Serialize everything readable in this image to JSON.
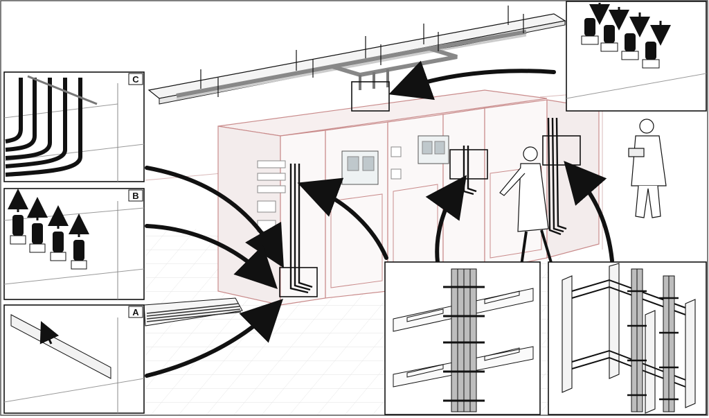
{
  "panels": {
    "c": {
      "letter": "C"
    },
    "b": {
      "letter": "B"
    },
    "a": {
      "letter": "A"
    }
  },
  "colors": {
    "cabinet_outline": "#c98b8b",
    "line_art": "#111111",
    "background": "#ffffff",
    "metal_grey": "#b8b8b8"
  },
  "icons": {
    "arrow": "curved-arrow-icon",
    "person": "technician-figure"
  }
}
